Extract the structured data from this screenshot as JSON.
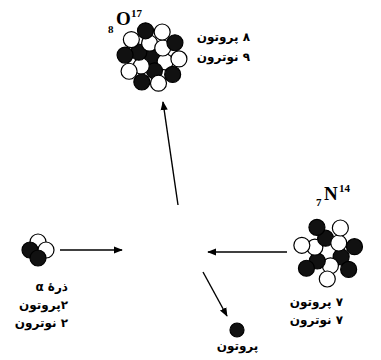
{
  "diagram": {
    "nodes": [
      {
        "text": [
          "8",
          "O",
          "17",
          "۸ پروتون",
          "۹ نوترون"
        ]
      },
      {
        "text": [
          "ذرهٔ α",
          "۲پروتون",
          "۲ نوترون"
        ]
      },
      {
        "text": [
          "7",
          "N",
          "14",
          "۷ پروتون",
          "۷ نوترون"
        ]
      },
      {
        "text": [
          "پروتون"
        ]
      }
    ]
  }
}
